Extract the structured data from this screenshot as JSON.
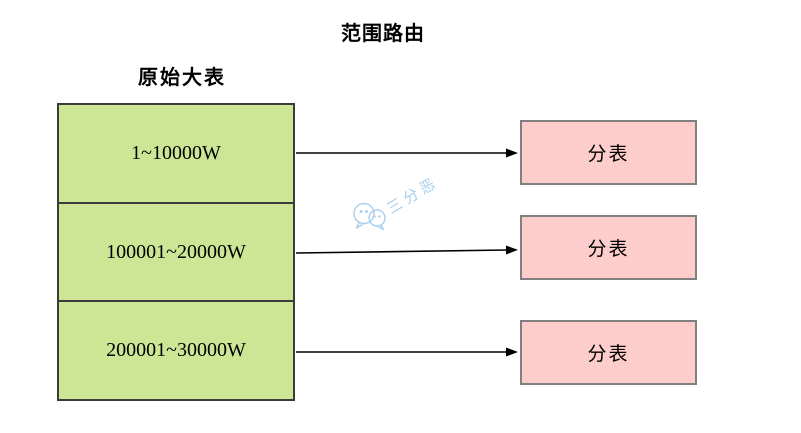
{
  "title": "范围路由",
  "source_table": {
    "label": "原始大表",
    "rows": [
      "1~10000W",
      "100001~20000W",
      "200001~30000W"
    ]
  },
  "shards": [
    {
      "label": "分表"
    },
    {
      "label": "分表"
    },
    {
      "label": "分表"
    }
  ],
  "watermark": {
    "icon": "wechat-icon",
    "text": "三分恶"
  },
  "colors": {
    "source_fill": "#cde696",
    "source_border": "#3b3b3b",
    "shard_fill": "#fdcdcc",
    "shard_border": "#808080",
    "arrow": "#000000",
    "text": "#000000",
    "watermark": "#a9cfed",
    "background": "#ffffff"
  }
}
